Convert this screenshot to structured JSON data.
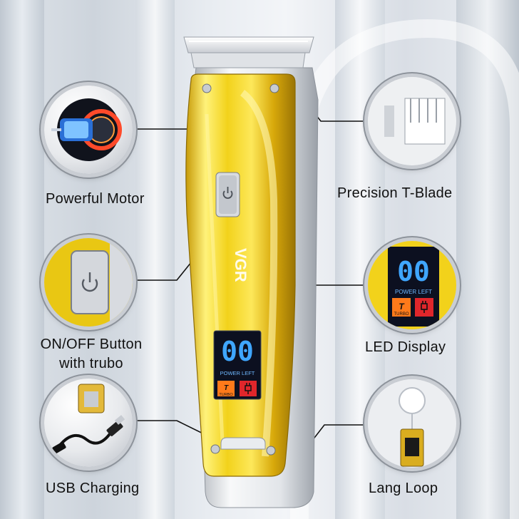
{
  "brand": "VGR",
  "callouts": {
    "powerful_motor": "Powerful Motor",
    "on_off_button": "ON/OFF Button",
    "with_trubo": "with trubo",
    "usb_charging": "USB Charging",
    "precision_t_blade": "Precision T-Blade",
    "led_display": "LED Display",
    "lang_loop": "Lang Loop"
  },
  "display": {
    "digits": "00",
    "caption": "POWER LEFT",
    "turbo_label": "TURBO"
  },
  "colors": {
    "body_gold": "#f2d21b",
    "chrome": "#e9ebee",
    "display_blue": "#3fa6ff",
    "turbo_orange": "#ff7a1a",
    "plug_red": "#e0262b",
    "callout_line": "#111111"
  },
  "icons": [
    "power-icon",
    "plug-icon",
    "motor-icon",
    "t-blade-icon",
    "usb-cable-icon",
    "hanging-loop-icon"
  ]
}
